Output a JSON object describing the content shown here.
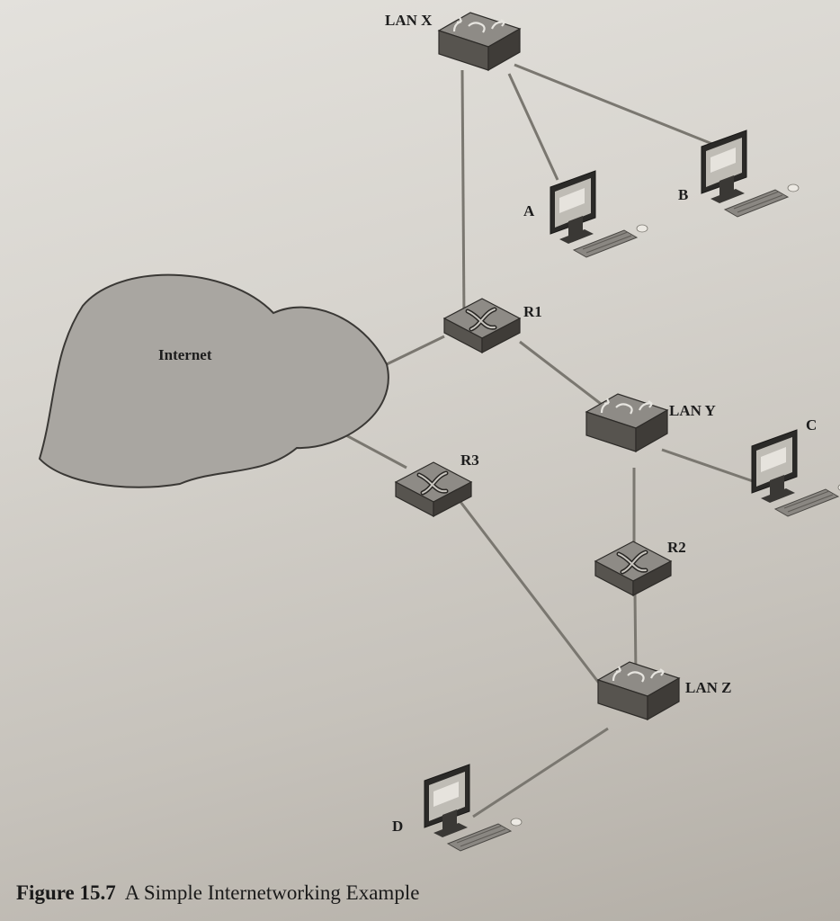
{
  "labels": {
    "lan_x": "LAN X",
    "lan_y": "LAN Y",
    "lan_z": "LAN Z",
    "r1": "R1",
    "r2": "R2",
    "r3": "R3",
    "internet": "Internet",
    "host_a": "A",
    "host_b": "B",
    "host_c": "C",
    "host_d": "D"
  },
  "caption": {
    "figure": "Figure 15.7",
    "title": "A Simple Internetworking Example"
  },
  "colors": {
    "link": "#7a7770",
    "device_top": "#8e8b86",
    "device_front": "#57544f",
    "device_side": "#3f3c38",
    "cloud_fill": "#a9a6a1",
    "cloud_stroke": "#3a3835"
  },
  "icons": [
    "switch-icon",
    "router-icon",
    "computer-icon",
    "cloud-icon"
  ]
}
